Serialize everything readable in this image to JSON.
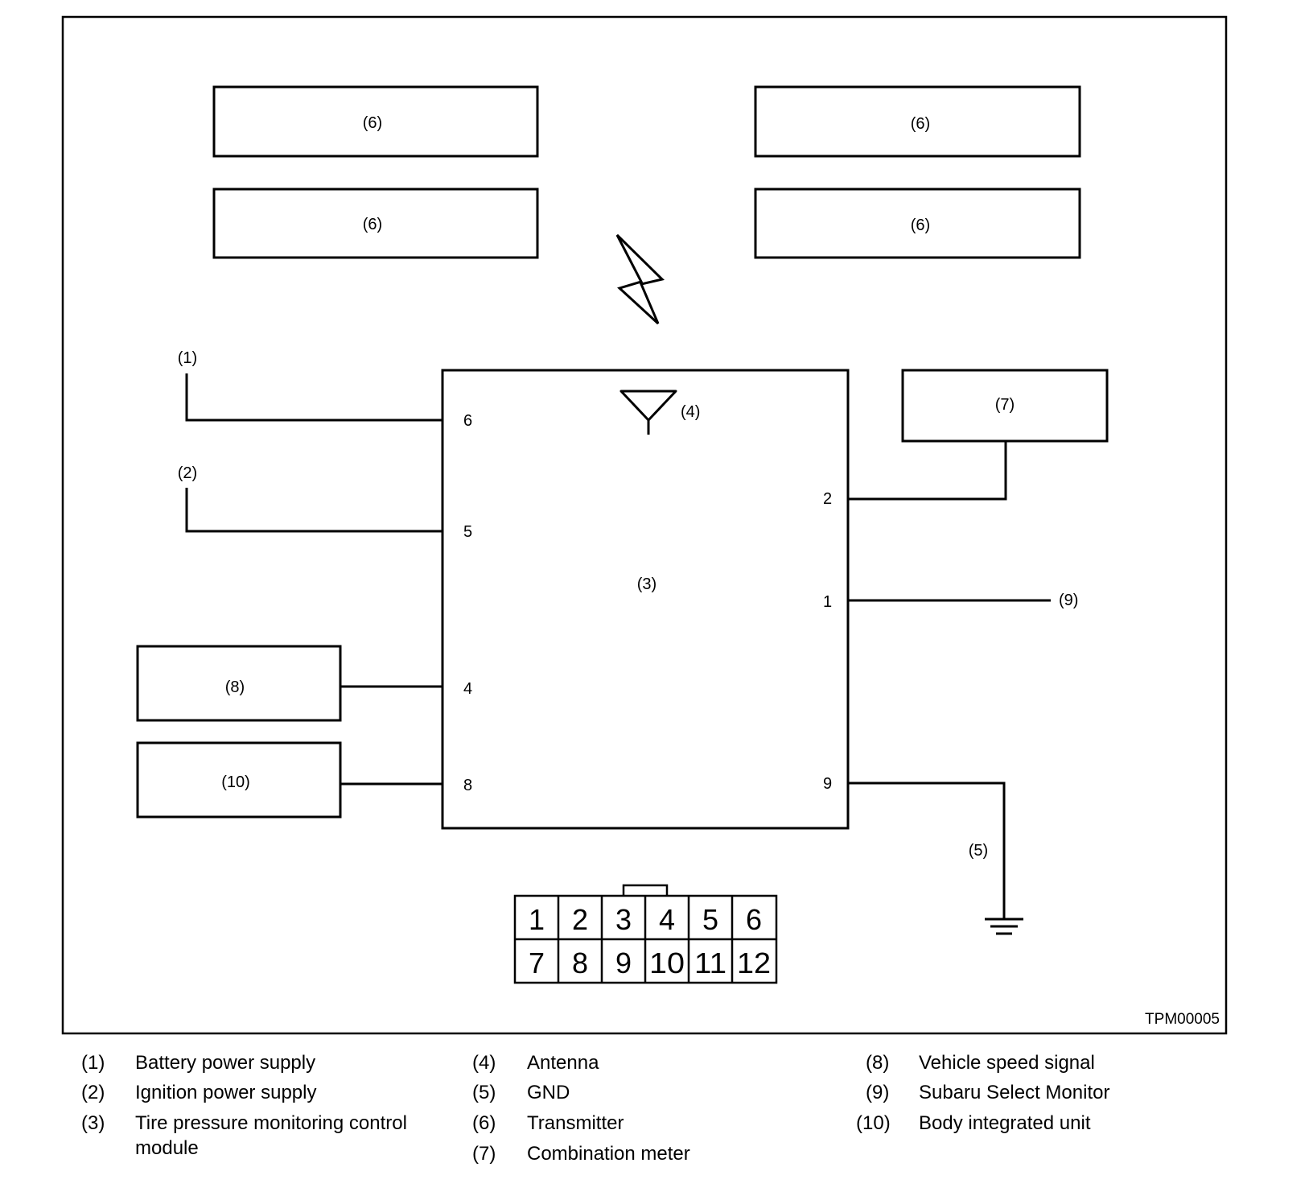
{
  "diagram": {
    "transmitters": [
      "(6)",
      "(6)",
      "(6)",
      "(6)"
    ],
    "module_label": "(3)",
    "antenna_label": "(4)",
    "battery_label": "(1)",
    "ignition_label": "(2)",
    "combination_meter_label": "(7)",
    "vehicle_speed_label": "(8)",
    "body_integrated_label": "(10)",
    "select_monitor_label": "(9)",
    "gnd_label": "(5)",
    "pins": {
      "left": [
        "6",
        "5",
        "4",
        "8"
      ],
      "right": [
        "2",
        "1",
        "9"
      ]
    },
    "connector": {
      "row1": [
        "1",
        "2",
        "3",
        "4",
        "5",
        "6"
      ],
      "row2": [
        "7",
        "8",
        "9",
        "10",
        "11",
        "12"
      ]
    },
    "figure_code": "TPM00005"
  },
  "legend": {
    "col1": [
      {
        "num": "(1)",
        "desc": "Battery power supply"
      },
      {
        "num": "(2)",
        "desc": "Ignition power supply"
      },
      {
        "num": "(3)",
        "desc": "Tire pressure monitoring control module"
      }
    ],
    "col2": [
      {
        "num": "(4)",
        "desc": "Antenna"
      },
      {
        "num": "(5)",
        "desc": "GND"
      },
      {
        "num": "(6)",
        "desc": "Transmitter"
      },
      {
        "num": "(7)",
        "desc": "Combination meter"
      }
    ],
    "col3": [
      {
        "num": "(8)",
        "desc": "Vehicle speed signal"
      },
      {
        "num": "(9)",
        "desc": "Subaru Select Monitor"
      },
      {
        "num": "(10)",
        "desc": "Body integrated unit"
      }
    ]
  }
}
